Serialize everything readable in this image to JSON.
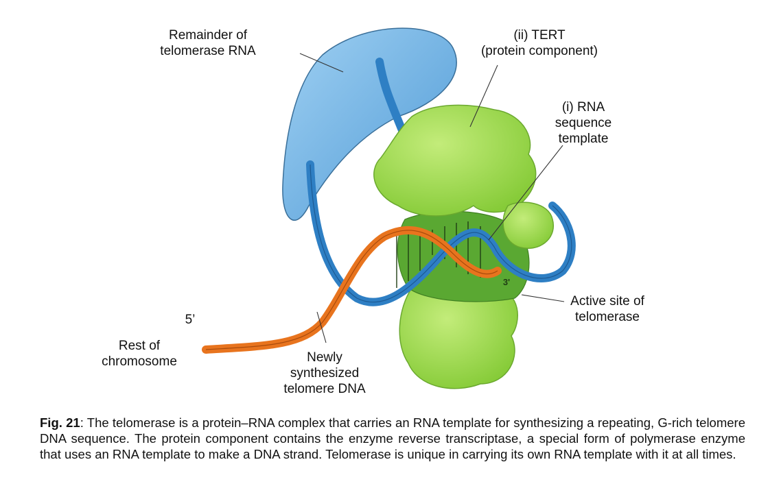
{
  "labels": {
    "remainder_rna": [
      "Remainder of",
      "telomerase RNA"
    ],
    "tert": [
      "(ii) TERT",
      "(protein component)"
    ],
    "rna_template": [
      "(i) RNA",
      "sequence",
      "template"
    ],
    "active_site": [
      "Active site of",
      "telomerase"
    ],
    "five_prime": "5’",
    "three_prime": "3'",
    "rest_chromosome": [
      "Rest of",
      "chromosome"
    ],
    "new_dna": [
      "Newly",
      "synthesized",
      "telomere DNA"
    ]
  },
  "caption": {
    "fig_label": "Fig. 21",
    "text": ": The telomerase is a protein–RNA complex that carries an RNA template for synthesizing a repeating, G-rich telomere DNA sequence. The protein component contains the enzyme reverse transcriptase, a special form of polymerase enzyme that uses an RNA template to make a DNA strand. Telomerase is unique in carrying its own RNA template with it at all times."
  },
  "colors": {
    "rna_blob": "#6fb4e6",
    "rna_strand": "#2e7fc4",
    "protein": "#9fdc4a",
    "protein_dark": "#5aa832",
    "dna_strand": "#e8741e"
  }
}
